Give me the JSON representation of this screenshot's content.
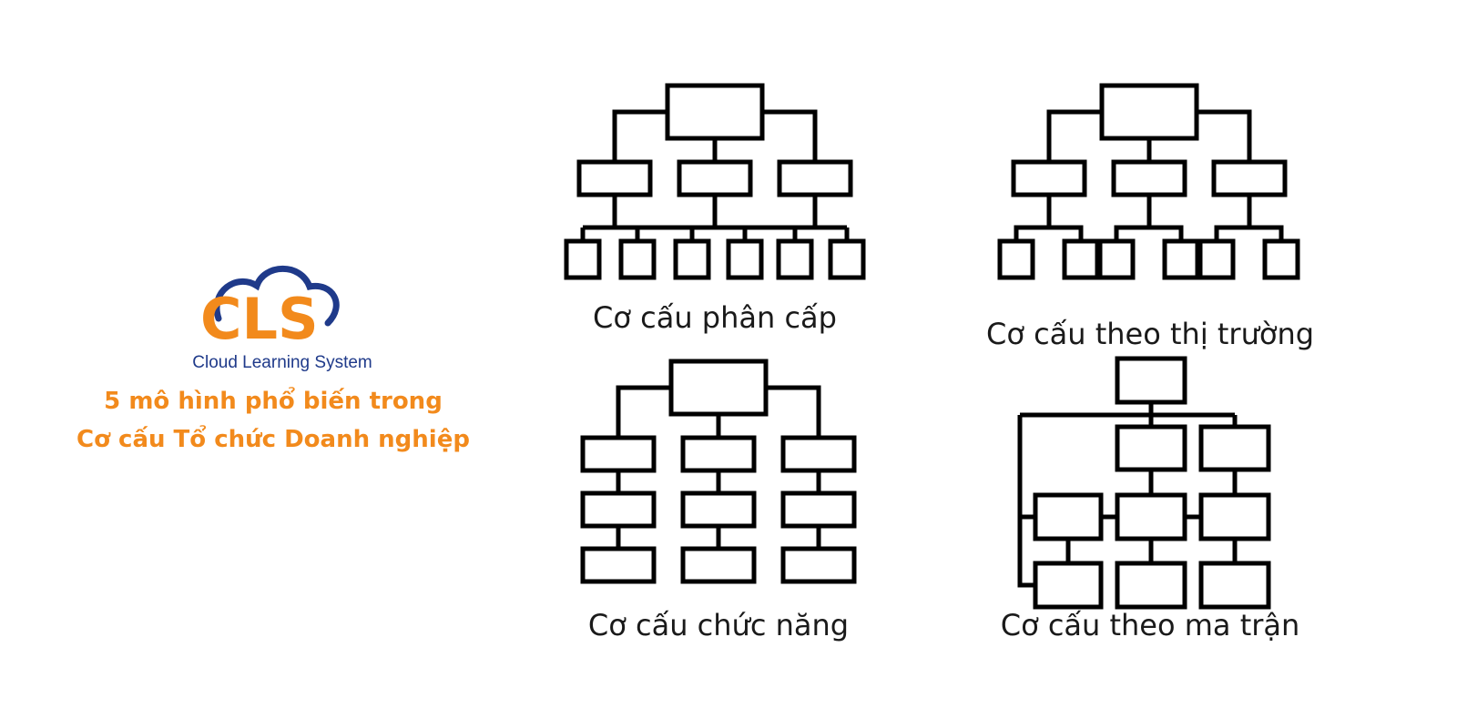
{
  "brand": {
    "logo_text": "CLS",
    "tagline": "Cloud Learning System",
    "colors": {
      "orange": "#f28a1c",
      "navy": "#1f3a8a"
    }
  },
  "headline": {
    "line1": "5 mô hình phổ biến trong",
    "line2": "Cơ cấu Tổ chức Doanh nghiệp"
  },
  "diagrams": {
    "hierarchical": {
      "caption": "Cơ cấu phân cấp"
    },
    "market": {
      "caption": "Cơ cấu theo thị trường"
    },
    "functional": {
      "caption": "Cơ cấu chức năng"
    },
    "matrix": {
      "caption": "Cơ cấu theo ma trận"
    }
  }
}
